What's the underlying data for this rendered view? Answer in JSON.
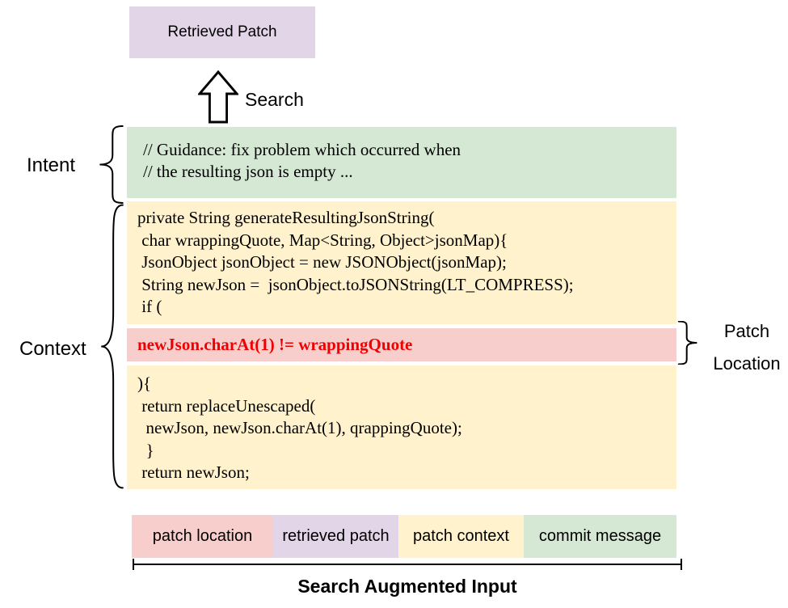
{
  "colors": {
    "retrieved_patch": "#E1D5E7",
    "commit_message": "#D5E8D4",
    "patch_context": "#FFF2CC",
    "patch_location": "#F8CECC",
    "patch_line_text": "#F00000"
  },
  "top": {
    "retrieved_patch_label": "Retrieved Patch",
    "search_label": "Search"
  },
  "intent": {
    "label": "Intent",
    "comment_lines": [
      "// Guidance: fix problem which occurred when",
      "// the resulting json is empty ..."
    ]
  },
  "context": {
    "label": "Context",
    "code_before": [
      "private String generateResultingJsonString(",
      " char wrappingQuote, Map<String, Object>jsonMap){",
      " JsonObject jsonObject = new JSONObject(jsonMap);",
      " String newJson =  jsonObject.toJSONString(LT_COMPRESS);",
      " if ("
    ],
    "patch_location_line": "newJson.charAt(1) != wrappingQuote",
    "code_after": [
      "){",
      " return replaceUnescaped(",
      "  newJson, newJson.charAt(1), qrappingQuote);",
      "  }",
      " return newJson;"
    ]
  },
  "patch_location_callout": {
    "line1": "Patch",
    "line2": "Location"
  },
  "legend": {
    "items": [
      {
        "label": "patch location",
        "color": "#F8CECC"
      },
      {
        "label": "retrieved patch",
        "color": "#E1D5E7"
      },
      {
        "label": "patch context",
        "color": "#FFF2CC"
      },
      {
        "label": "commit message",
        "color": "#D5E8D4"
      }
    ]
  },
  "footer": {
    "title": "Search Augmented Input"
  }
}
